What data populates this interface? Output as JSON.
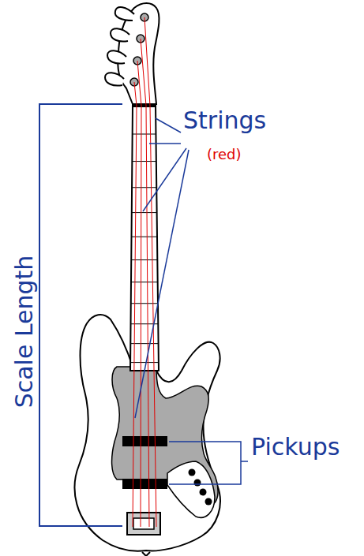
{
  "diagram": {
    "labels": [
      "Scale Length",
      "Strings",
      "(red)",
      "Pickups"
    ]
  }
}
